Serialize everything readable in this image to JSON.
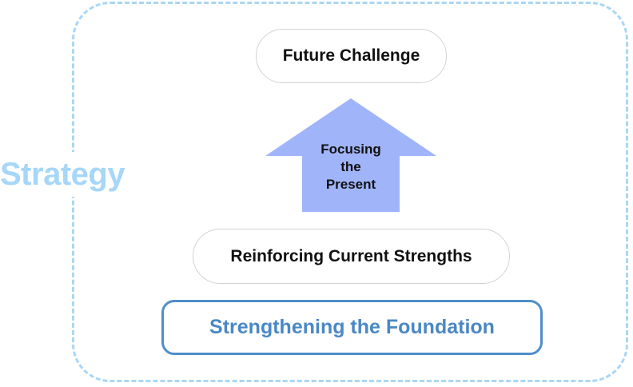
{
  "diagram": {
    "side_label": "Strategy",
    "top_box": "Future Challenge",
    "arrow_lines": [
      "Focusing",
      "the",
      "Present"
    ],
    "middle_box": "Reinforcing Current Strengths",
    "bottom_box": "Strengthening the Foundation"
  },
  "colors": {
    "frame_dash": "#a9d7f5",
    "side_label": "#a6d6f8",
    "arrow_fill": "#a0b4fa",
    "foundation_border": "#4f8ec9",
    "foundation_text": "#4a88c4"
  }
}
